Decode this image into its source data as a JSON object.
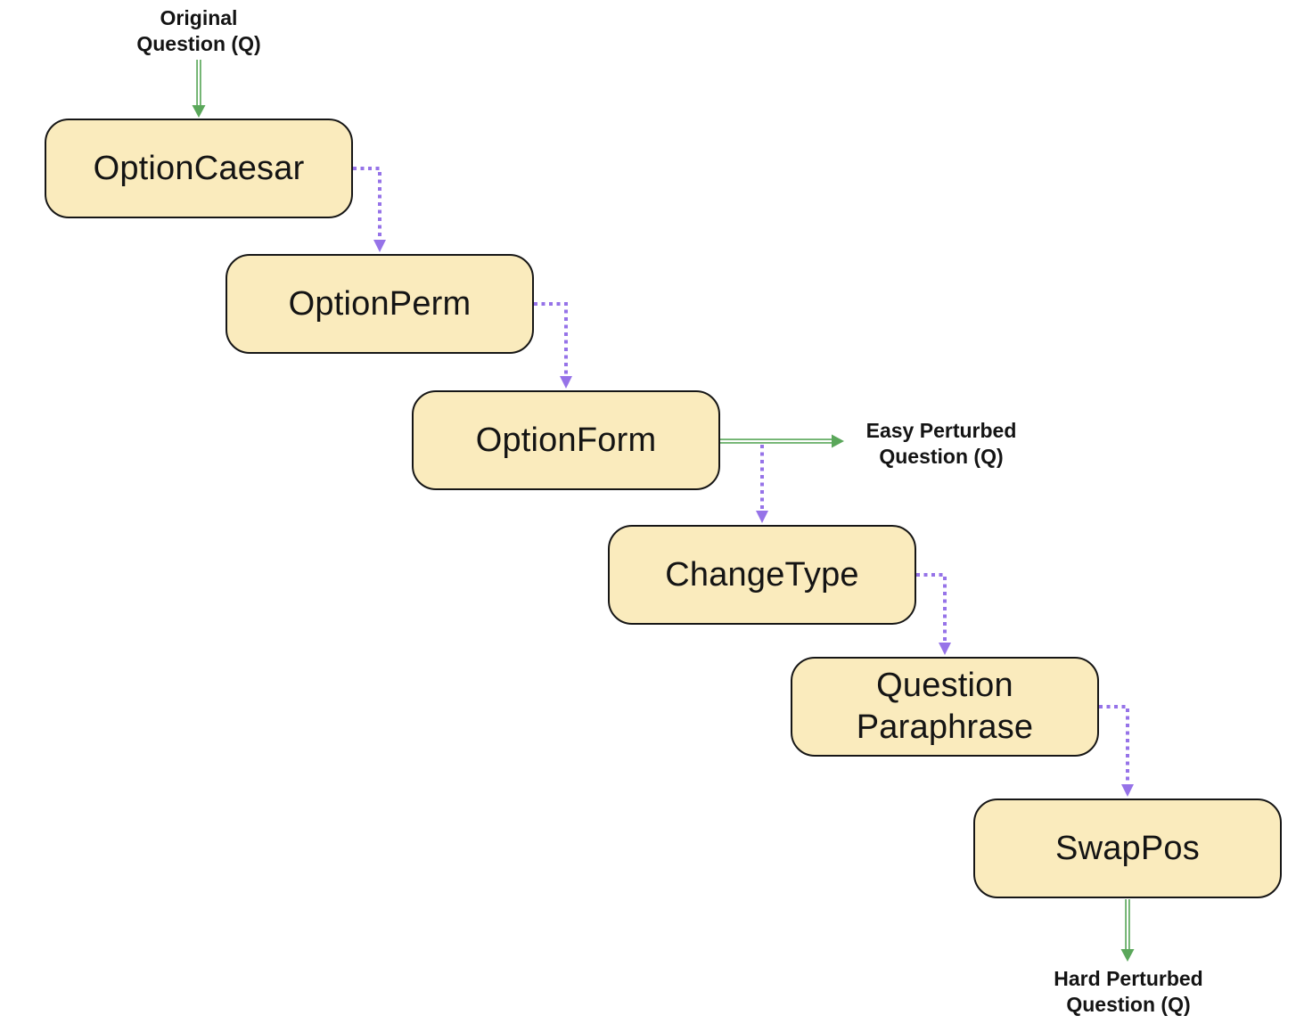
{
  "colors": {
    "background": "#FFFFFF",
    "node_fill": "#FAEBBD",
    "node_border": "#161616",
    "green_arrow": "#5AA75A",
    "purple_arrow": "#9673E8",
    "text": "#141414"
  },
  "labels": {
    "input": "Original\nQuestion (Q)",
    "easy_output": "Easy Perturbed\nQuestion (Q)",
    "hard_output": "Hard Perturbed\nQuestion (Q)"
  },
  "nodes": [
    {
      "id": "option-caesar",
      "label": "OptionCaesar"
    },
    {
      "id": "option-perm",
      "label": "OptionPerm"
    },
    {
      "id": "option-form",
      "label": "OptionForm"
    },
    {
      "id": "change-type",
      "label": "ChangeType"
    },
    {
      "id": "question-paraphrase",
      "label": "Question\nParaphrase"
    },
    {
      "id": "swap-pos",
      "label": "SwapPos"
    }
  ],
  "edges": [
    {
      "from": "original-question",
      "to": "option-caesar",
      "style": "green-solid"
    },
    {
      "from": "option-caesar",
      "to": "option-perm",
      "style": "purple-dotted"
    },
    {
      "from": "option-perm",
      "to": "option-form",
      "style": "purple-dotted"
    },
    {
      "from": "option-form",
      "to": "easy-perturbed-question",
      "style": "green-solid"
    },
    {
      "from": "option-form",
      "to": "change-type",
      "style": "purple-dotted"
    },
    {
      "from": "change-type",
      "to": "question-paraphrase",
      "style": "purple-dotted"
    },
    {
      "from": "question-paraphrase",
      "to": "swap-pos",
      "style": "purple-dotted"
    },
    {
      "from": "swap-pos",
      "to": "hard-perturbed-question",
      "style": "green-solid"
    }
  ]
}
